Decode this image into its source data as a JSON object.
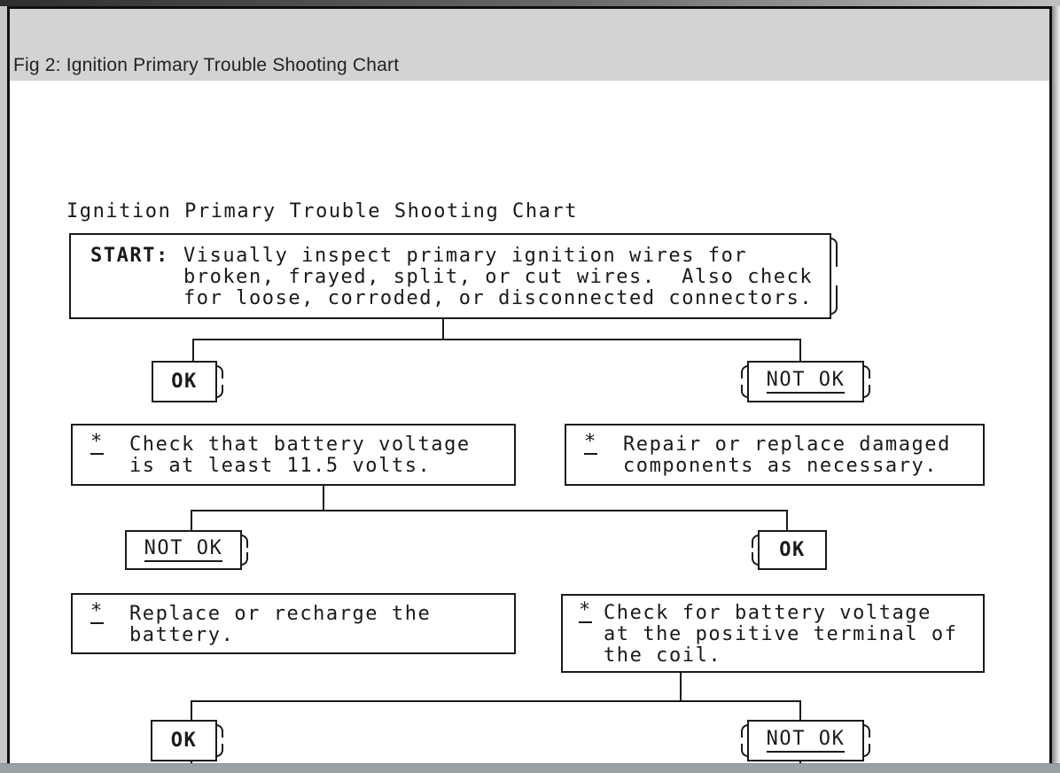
{
  "titlebar": {
    "title": "Fig 2: Ignition Primary Trouble Shooting Chart"
  },
  "chart": {
    "heading": "Ignition Primary Trouble Shooting Chart",
    "labels": {
      "ok": "OK",
      "not_ok": "NOT OK"
    },
    "start": {
      "label": "START:",
      "text": "Visually inspect primary ignition wires for\nbroken, frayed, split, or cut wires.  Also check\nfor loose, corroded, or disconnected connectors."
    },
    "steps": {
      "check_battery": {
        "bullet": "*",
        "text": "Check that battery voltage\nis at least 11.5 volts."
      },
      "repair_replace": {
        "bullet": "*",
        "text": "Repair or replace damaged\ncomponents as necessary."
      },
      "replace_recharge": {
        "bullet": "*",
        "text": "Replace or recharge the\nbattery."
      },
      "check_coil": {
        "bullet": "*",
        "text": "Check for battery voltage\nat the positive terminal of\nthe coil."
      }
    }
  },
  "colors": {
    "frame": "#0f0f0f",
    "titlebar_bg": "#d3d3d3",
    "line": "#1a1a1a",
    "bottom_bar": "#9aa1a5"
  }
}
